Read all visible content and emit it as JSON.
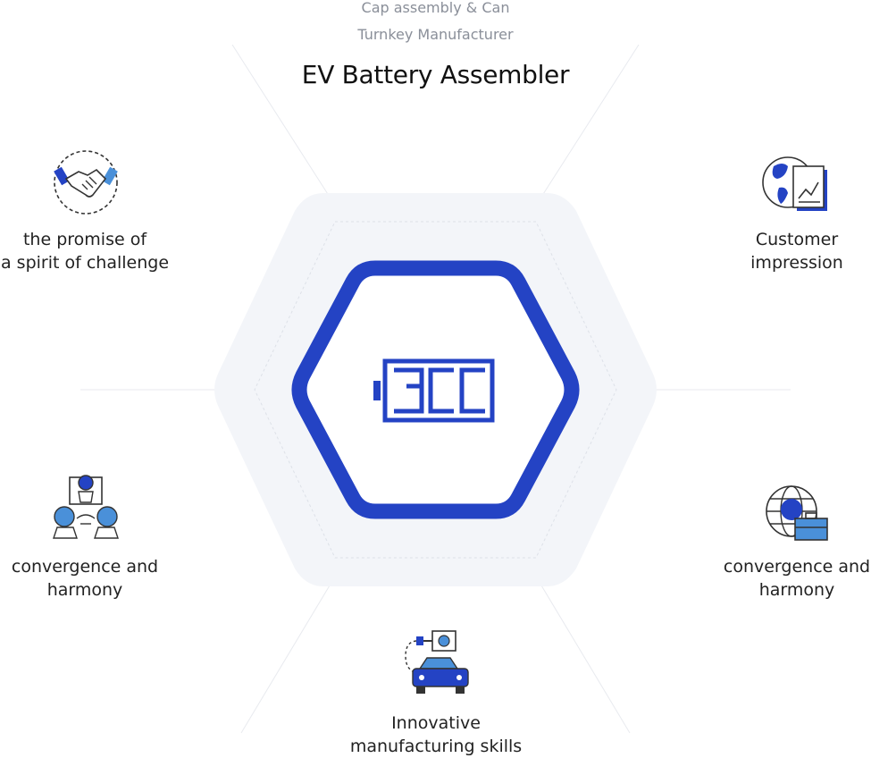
{
  "header": {
    "subtitle_line1": "Cap assembly & Can",
    "subtitle_line2": "Turnkey Manufacturer",
    "title": "EV Battery Assembler"
  },
  "center": {
    "logo_text": "BCC"
  },
  "nodes": [
    {
      "id": "top-left",
      "icon": "handshake-icon",
      "line1": "the promise of",
      "line2": "a spirit of challenge"
    },
    {
      "id": "top-right",
      "icon": "globe-document-chart-icon",
      "line1": "Customer",
      "line2": "impression"
    },
    {
      "id": "bottom-left",
      "icon": "team-collaboration-icon",
      "line1": "convergence and",
      "line2": "harmony"
    },
    {
      "id": "bottom-right",
      "icon": "globe-briefcase-icon",
      "line1": "convergence and",
      "line2": "harmony"
    },
    {
      "id": "bottom",
      "icon": "electric-car-charging-icon",
      "line1": "Innovative",
      "line2": "manufacturing skills"
    }
  ],
  "colors": {
    "accent": "#2443c4",
    "light_blue": "#4a90d9",
    "hex_bg": "#f3f5f9",
    "line": "#e6e8ee",
    "icon_stroke": "#333333"
  }
}
